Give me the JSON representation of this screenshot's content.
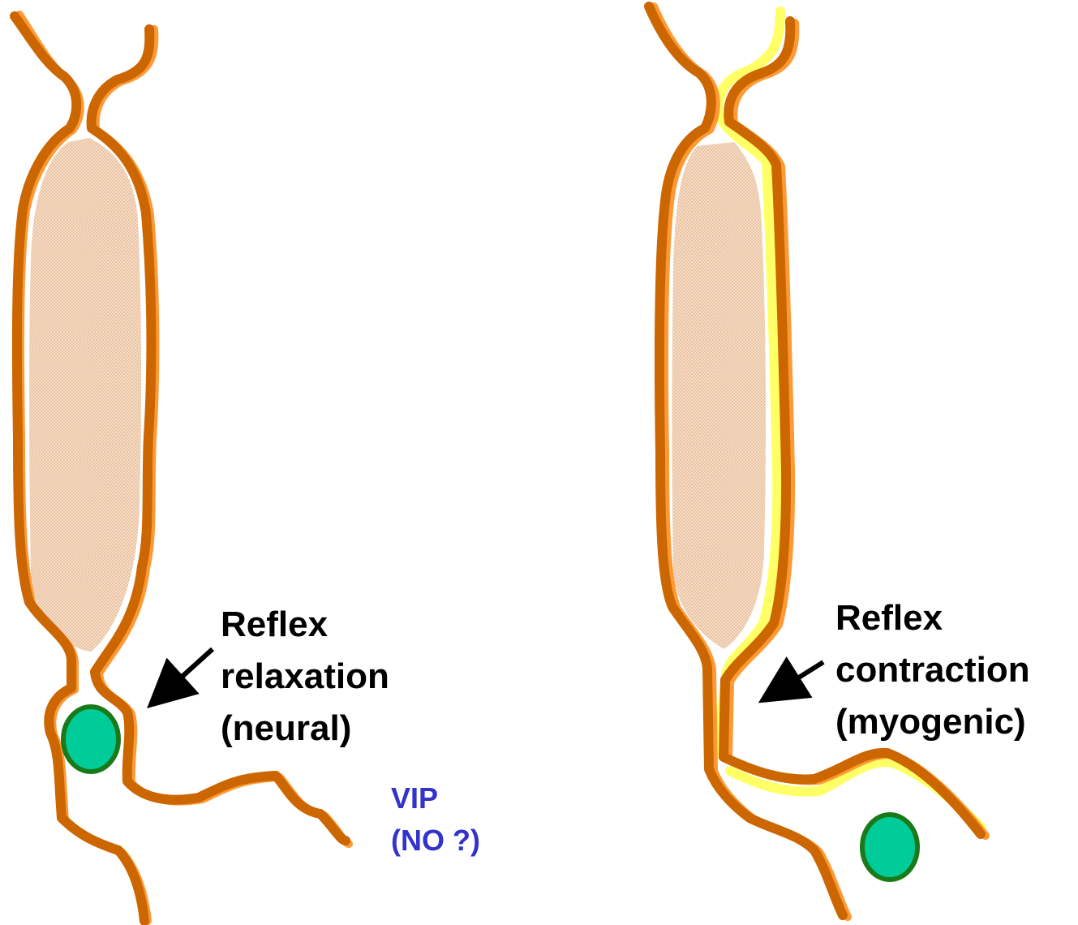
{
  "left_panel": {
    "label_lines": [
      "Reflex",
      "relaxation",
      "(neural)"
    ],
    "mediator_lines": [
      "VIP",
      "(NO ?)"
    ]
  },
  "right_panel": {
    "label_lines": [
      "Reflex",
      "contraction",
      "(myogenic)"
    ]
  },
  "colors": {
    "wall_dark": "#cc6600",
    "wall_light": "#ff9933",
    "mucosa_highlight": "#ffff66",
    "content_fill": "#f3cfae",
    "bolus_fill": "#00cc99",
    "bolus_outline": "#1a7a1a",
    "label_text": "#000000",
    "mediator_text": "#3333cc"
  }
}
